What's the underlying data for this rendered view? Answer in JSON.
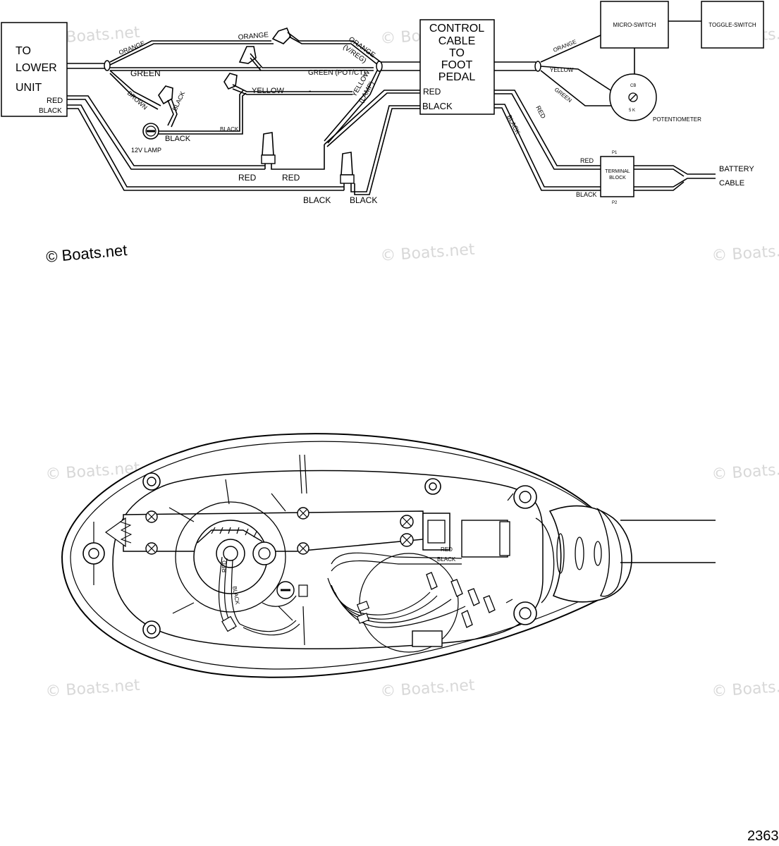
{
  "watermarks": {
    "text": "© Boats.net",
    "main_copyright": "© Boats.net"
  },
  "figure_number": "2363",
  "left_box": {
    "lines": [
      "TO",
      "LOWER",
      "UNIT"
    ],
    "red": "RED",
    "black": "BLACK"
  },
  "control_box": {
    "lines": [
      "CONTROL",
      "CABLE",
      "TO",
      "FOOT",
      "PEDAL"
    ],
    "red": "RED",
    "black": "BLACK"
  },
  "micro_switch": "MICRO-SWITCH",
  "toggle_switch": "TOGGLE-SWITCH",
  "potentiometer": {
    "label": "POTENTIOMETER",
    "cb": "CB",
    "k": "5 K"
  },
  "terminal_block": {
    "line1": "TERMINAL",
    "line2": "BLOCK",
    "p1": "P1",
    "p2": "P2"
  },
  "battery_cable": {
    "line1": "BATTERY",
    "line2": "CABLE"
  },
  "lamp": "12V LAMP",
  "wire_labels": {
    "orange": "ORANGE",
    "green": "GREEN",
    "brown": "BROWN",
    "black": "BLACK",
    "yellow": "YELLOW",
    "red": "RED",
    "orange_vreg": "ORANGE",
    "vreg": "(V/REG)",
    "green_pot": "GREEN (POT/CT)",
    "yellow_lamp": "YELLOW",
    "lamp_paren": "(LAMP)",
    "dash": "-"
  },
  "lower_labels": {
    "red": "RED",
    "black": "BLACK",
    "red_vertical": "RED",
    "black_vertical": "BLACK"
  }
}
